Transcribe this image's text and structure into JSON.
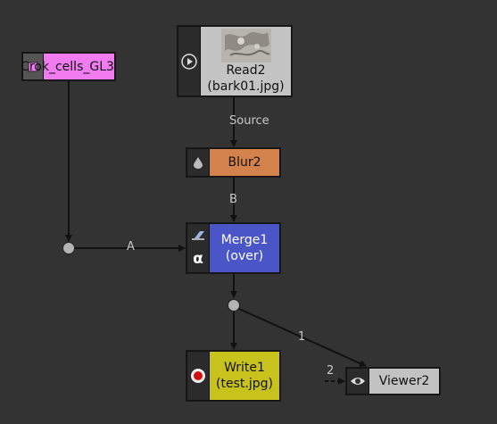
{
  "nodes": {
    "crok": {
      "label": "Crok_cells_GL3",
      "color": "#f07cf0"
    },
    "read2": {
      "title": "Read2",
      "subtitle": "(bark01.jpg)",
      "color": "#c4c4c4"
    },
    "blur2": {
      "title": "Blur2",
      "color": "#d4824c"
    },
    "merge1": {
      "title": "Merge1",
      "subtitle": "(over)",
      "color": "#4a56c8",
      "alpha_glyph": "α"
    },
    "write1": {
      "title": "Write1",
      "subtitle": "(test.jpg)",
      "color": "#c8c21c"
    },
    "viewer2": {
      "title": "Viewer2",
      "color": "#c2c2c2"
    }
  },
  "edge_labels": {
    "source": "Source",
    "b": "B",
    "a": "A",
    "one": "1",
    "two": "2"
  },
  "icons": {
    "read": "play-icon",
    "blur": "drop-icon",
    "merge": "layers-icon",
    "write": "record-icon",
    "viewer": "eye-icon"
  }
}
